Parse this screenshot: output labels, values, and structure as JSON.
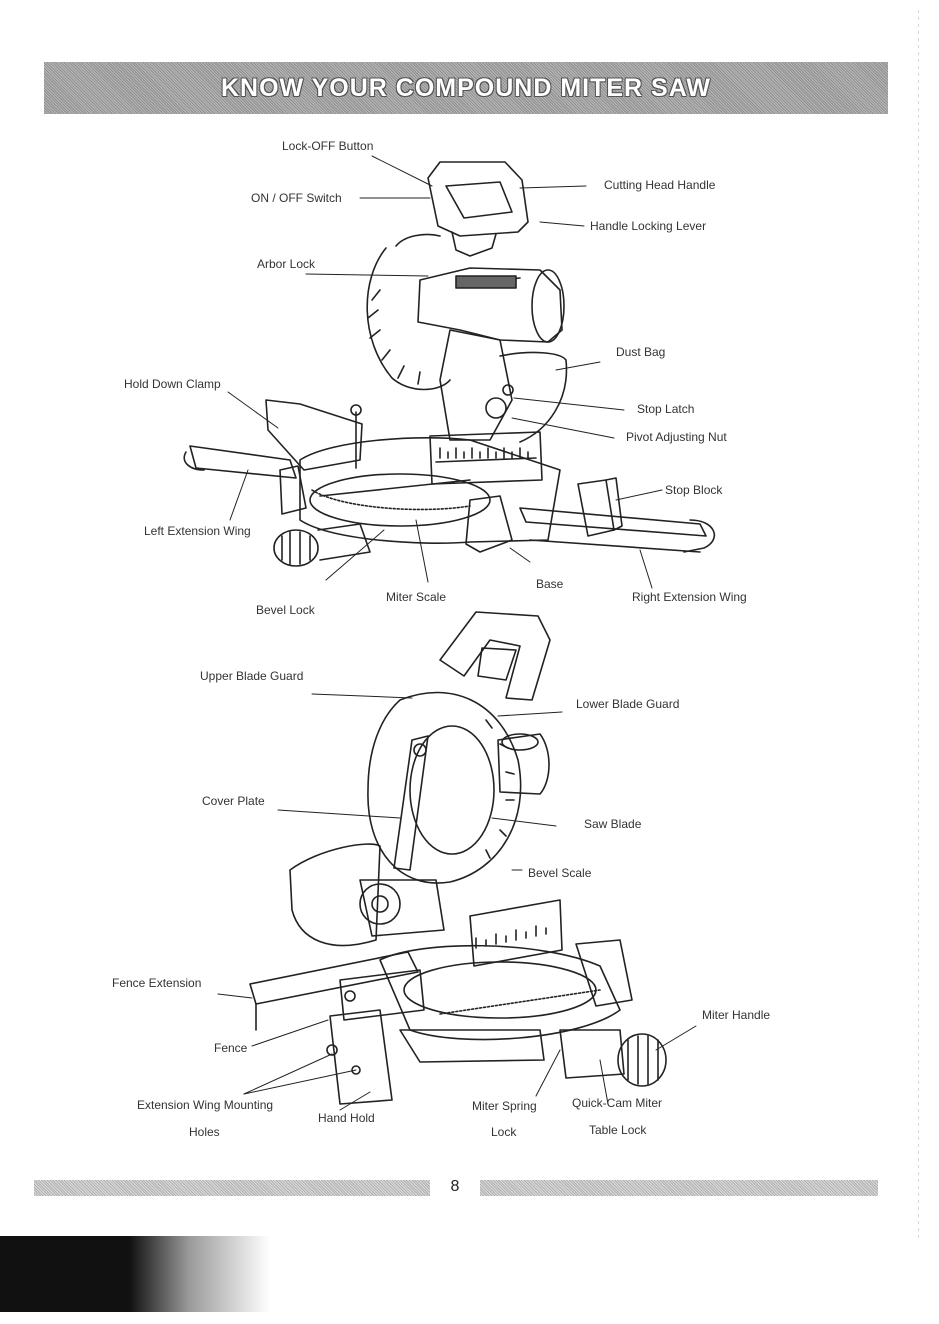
{
  "header": {
    "title": "KNOW YOUR COMPOUND MITER SAW"
  },
  "top_labels": {
    "lock_off_button": "Lock-OFF Button",
    "on_off_switch": "ON / OFF Switch",
    "cutting_head_handle": "Cutting Head Handle",
    "handle_locking_lever": "Handle Locking Lever",
    "arbor_lock": "Arbor Lock",
    "dust_bag": "Dust Bag",
    "hold_down_clamp": "Hold Down Clamp",
    "stop_latch": "Stop Latch",
    "pivot_adjusting_nut": "Pivot Adjusting Nut",
    "stop_block": "Stop Block",
    "left_extension_wing": "Left Extension Wing",
    "base": "Base",
    "miter_scale": "Miter Scale",
    "right_extension_wing": "Right Extension Wing",
    "bevel_lock": "Bevel Lock"
  },
  "bottom_labels": {
    "upper_blade_guard": "Upper Blade Guard",
    "lower_blade_guard": "Lower Blade Guard",
    "cover_plate": "Cover Plate",
    "saw_blade": "Saw Blade",
    "bevel_scale": "Bevel Scale",
    "fence_extension": "Fence Extension",
    "miter_handle": "Miter Handle",
    "fence": "Fence",
    "extension_wing_mounting_line1": "Extension Wing Mounting",
    "extension_wing_mounting_line2": "Holes",
    "hand_hold": "Hand Hold",
    "miter_spring_lock_line1": "Miter Spring",
    "miter_spring_lock_line2": "Lock",
    "quick_cam_line1": "Quick-Cam Miter",
    "quick_cam_line2": "Table Lock"
  },
  "footer": {
    "page_number": "8"
  }
}
